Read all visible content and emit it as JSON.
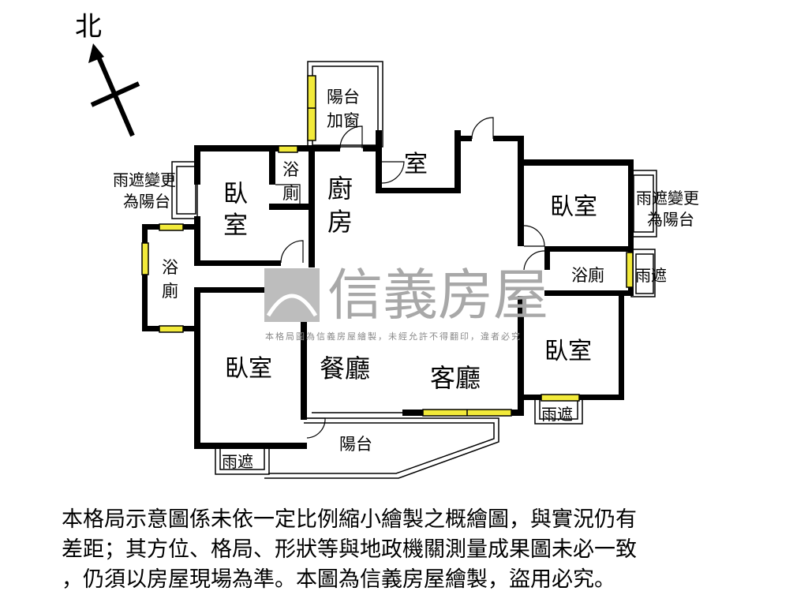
{
  "compass": {
    "north_label": "北"
  },
  "rooms": {
    "balcony_window": [
      "陽台",
      "加窗"
    ],
    "storage": "室",
    "kitchen": [
      "廚",
      "房"
    ],
    "bath_top": [
      "浴",
      "廁"
    ],
    "bedroom_top_left": [
      "臥",
      "室"
    ],
    "rain_cover_left": [
      "雨遮變更",
      "為陽台"
    ],
    "bath_left": [
      "浴",
      "廁"
    ],
    "dining": "餐廳",
    "living": "客廳",
    "bedroom_bottom_left": "臥室",
    "balcony": "陽台",
    "rain_cover_bottom_left": "雨遮",
    "bedroom_top_right": "臥室",
    "rain_cover_right": [
      "雨遮變更",
      "為陽台"
    ],
    "bath_right": "浴廁",
    "rain_cover_mid_right": "雨遮",
    "bedroom_bottom_right": "臥室",
    "rain_cover_bottom_right": "雨遮"
  },
  "watermark": {
    "brand": "信義房屋",
    "notice": "本格局圖為信義房屋繪製，未經允許不得翻印，違者必究"
  },
  "disclaimer": [
    "本格局示意圖係未依一定比例縮小繪製之概繪圖，與實況仍有",
    "差距；其方位、格局、形狀等與地政機關測量成果圖未必一致",
    "，仍須以房屋現場為準。本圖為信義房屋繪製，盜用必究。"
  ],
  "colors": {
    "wall": "#000000",
    "window": "#f2ea3a",
    "watermark": "#9a9a9a"
  }
}
